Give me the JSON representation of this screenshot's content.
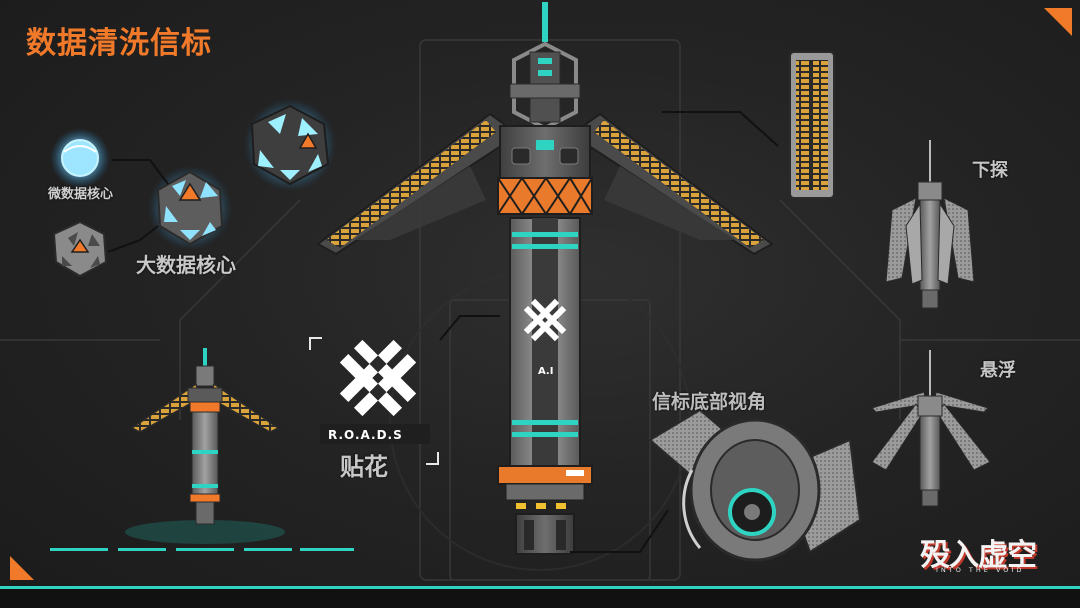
{
  "title": "数据清洗信标",
  "labels": {
    "small_core": "微数据核心",
    "big_core": "大数据核心",
    "decal": "贴花",
    "roads": "R.O.A.D.S",
    "bottom_view": "信标底部视角",
    "probe": "下探",
    "hover": "悬浮",
    "tower_mark": "A.I"
  },
  "logo": {
    "main": "殁入虚空",
    "sub": "INTO THE VOID"
  },
  "colors": {
    "accent_orange": "#f07a2a",
    "accent_teal": "#2ed3c2",
    "panel_gold": "#d9a23a",
    "metal": "#8a8a8a",
    "core_glow": "#7fd8ff"
  }
}
